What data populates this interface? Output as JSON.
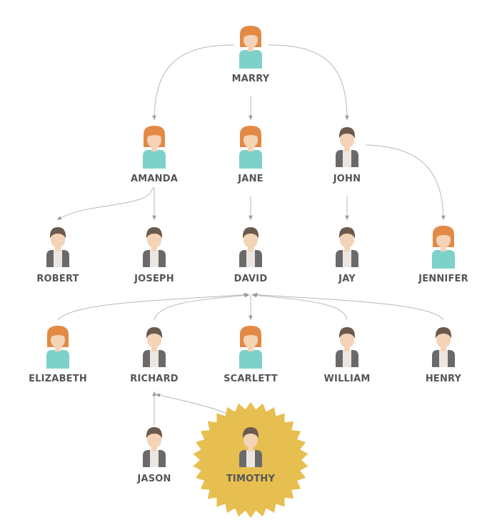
{
  "colors": {
    "female_hair": "#e28a45",
    "female_shirt": "#7dd1c8",
    "male_hair": "#6b5a4e",
    "male_jacket": "#6a6a6a",
    "male_shirt": "#ebe6e1",
    "skin": "#f4d3b6",
    "name_text": "#555555",
    "connector": "#b8b8b8",
    "highlight_badge": "#e6bf50"
  },
  "people": [
    {
      "id": "marry",
      "name": "MARRY",
      "gender": "female"
    },
    {
      "id": "amanda",
      "name": "AMANDA",
      "gender": "female"
    },
    {
      "id": "jane",
      "name": "JANE",
      "gender": "female"
    },
    {
      "id": "john",
      "name": "JOHN",
      "gender": "male"
    },
    {
      "id": "robert",
      "name": "ROBERT",
      "gender": "male"
    },
    {
      "id": "joseph",
      "name": "JOSEPH",
      "gender": "male"
    },
    {
      "id": "david",
      "name": "DAVID",
      "gender": "male"
    },
    {
      "id": "jay",
      "name": "JAY",
      "gender": "male"
    },
    {
      "id": "jennifer",
      "name": "JENNIFER",
      "gender": "female"
    },
    {
      "id": "elizabeth",
      "name": "ELIZABETH",
      "gender": "female"
    },
    {
      "id": "richard",
      "name": "RICHARD",
      "gender": "male"
    },
    {
      "id": "scarlett",
      "name": "SCARLETT",
      "gender": "female"
    },
    {
      "id": "william",
      "name": "WILLIAM",
      "gender": "male"
    },
    {
      "id": "henry",
      "name": "HENRY",
      "gender": "male"
    },
    {
      "id": "jason",
      "name": "JASON",
      "gender": "male"
    },
    {
      "id": "timothy",
      "name": "TIMOTHY",
      "gender": "male",
      "highlighted": true
    }
  ],
  "links": [
    {
      "from": "marry",
      "to": "amanda"
    },
    {
      "from": "marry",
      "to": "jane"
    },
    {
      "from": "marry",
      "to": "john"
    },
    {
      "from": "amanda",
      "to": "robert"
    },
    {
      "from": "amanda",
      "to": "joseph"
    },
    {
      "from": "jane",
      "to": "david"
    },
    {
      "from": "john",
      "to": "jay"
    },
    {
      "from": "john",
      "to": "jennifer"
    },
    {
      "from": "david",
      "to": "elizabeth"
    },
    {
      "from": "david",
      "to": "richard"
    },
    {
      "from": "david",
      "to": "scarlett"
    },
    {
      "from": "david",
      "to": "william"
    },
    {
      "from": "david",
      "to": "henry"
    },
    {
      "from": "richard",
      "to": "jason"
    },
    {
      "from": "richard",
      "to": "timothy"
    }
  ]
}
